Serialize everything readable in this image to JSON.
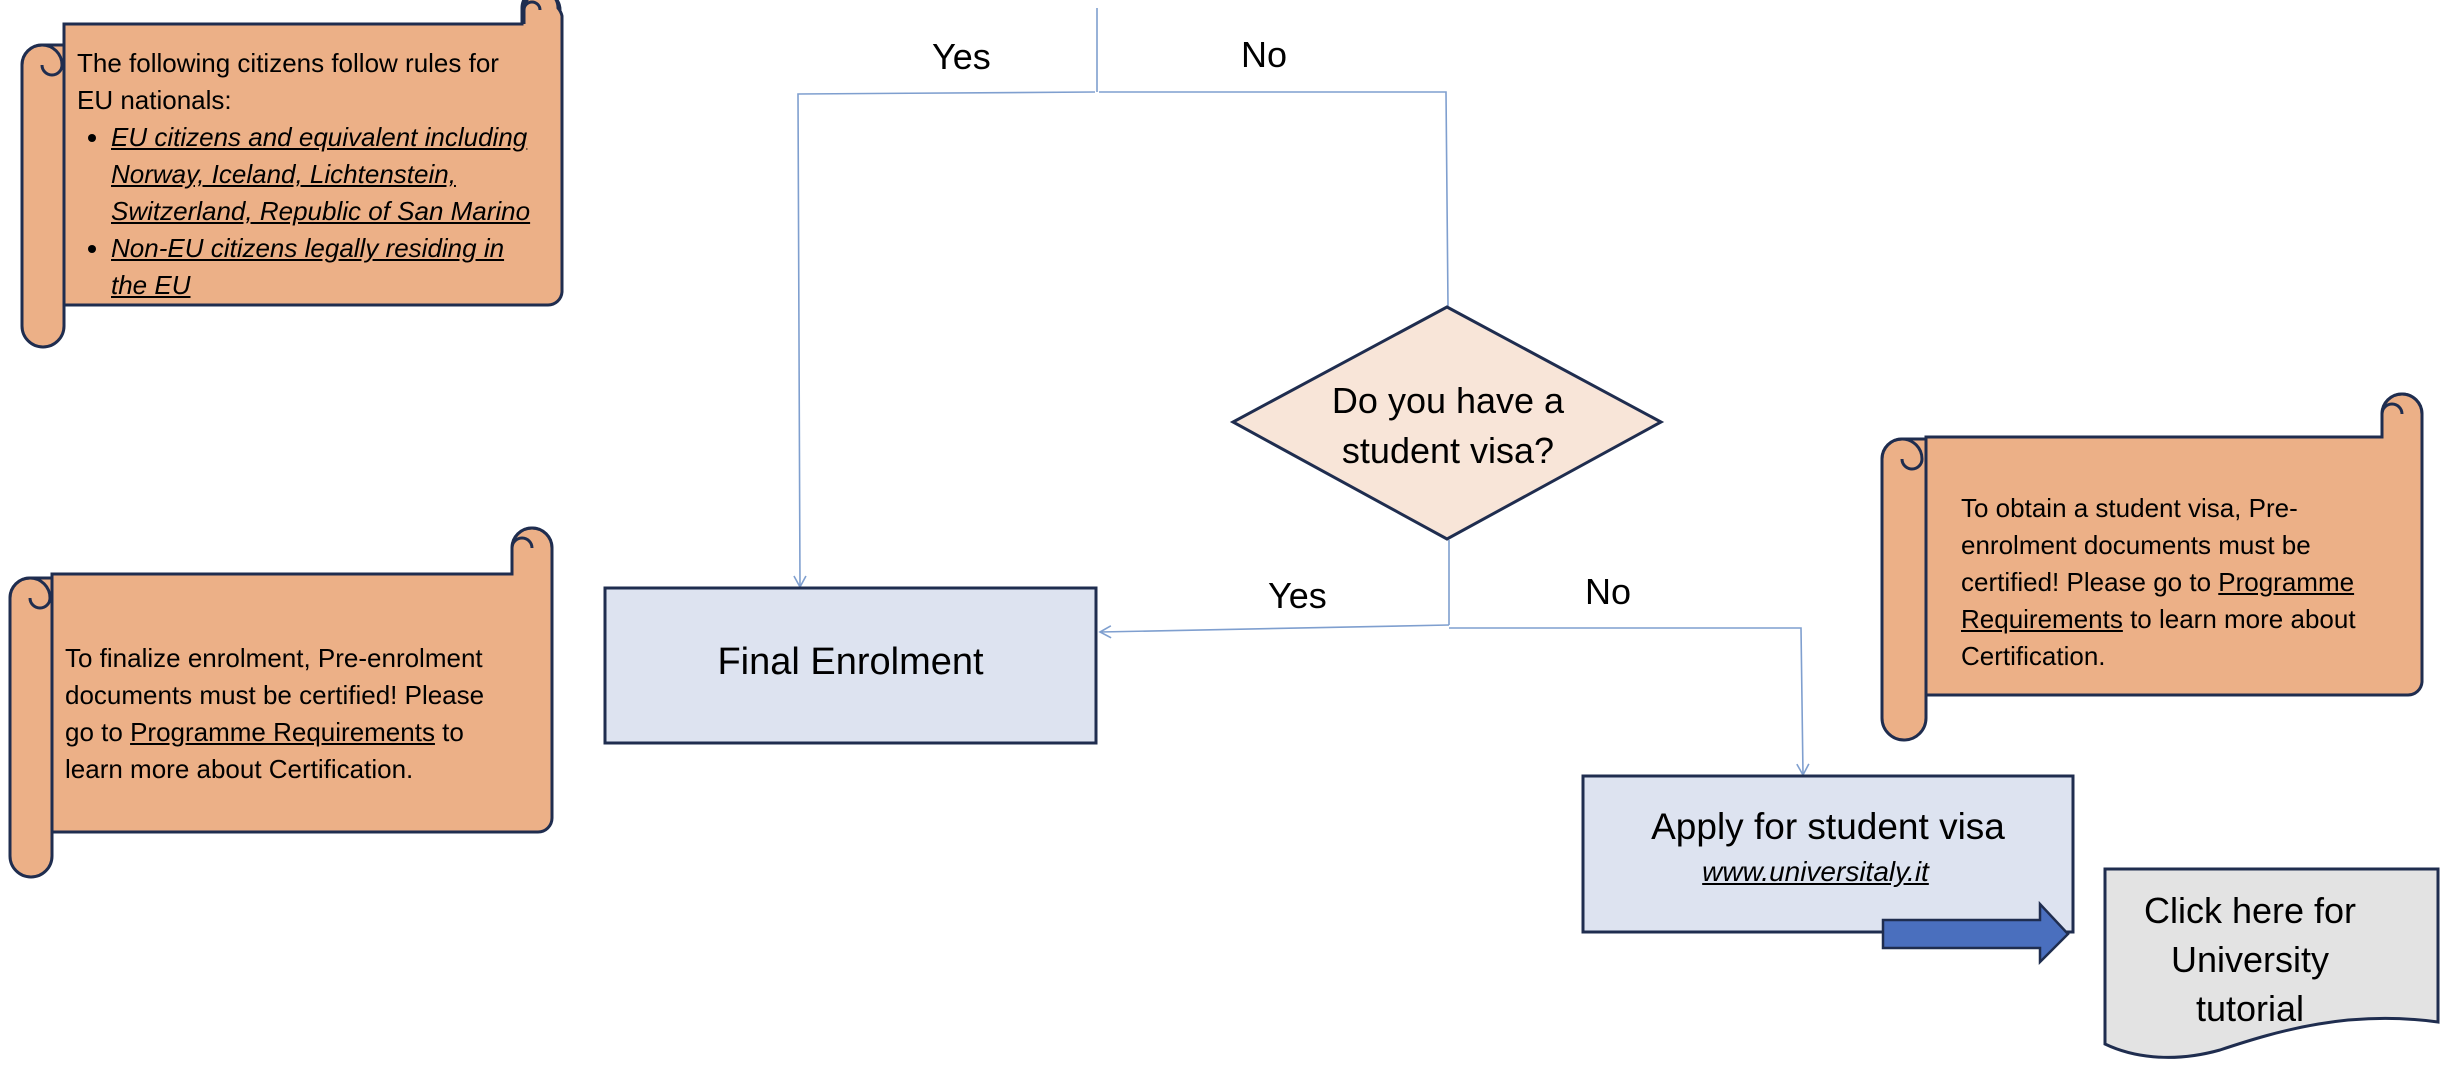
{
  "branch_labels": {
    "top_yes": "Yes",
    "top_no": "No",
    "visa_yes": "Yes",
    "visa_no": "No"
  },
  "decision": {
    "line1": "Do you have a",
    "line2": "student visa?"
  },
  "final_enrolment": {
    "label": "Final Enrolment"
  },
  "apply_visa": {
    "label": "Apply for student visa",
    "link": "www.universitaly.it"
  },
  "tutorial": {
    "line1": "Click here for",
    "line2": "University",
    "line3": "tutorial"
  },
  "scroll_eu": {
    "intro_line1": "The following citizens follow rules for",
    "intro_line2": "EU nationals:",
    "item1_line1": "EU citizens and equivalent including",
    "item1_line2": "Norway, Iceland, Lichtenstein,",
    "item1_line3": "Switzerland, Republic of San Marino",
    "item2_line1": "Non-EU citizens legally residing in",
    "item2_line2": "the EU"
  },
  "scroll_finalize": {
    "line1": "To finalize enrolment, Pre-enrolment",
    "line2": "documents must be certified! Please",
    "line3_pre": "go to ",
    "line3_link": "Programme Requirements",
    "line3_post": " to",
    "line4": "learn more about Certification."
  },
  "scroll_visa": {
    "line1": "To obtain a student visa, Pre-",
    "line2": "enrolment documents must be",
    "line3_pre": "certified! Please go to ",
    "line3_link": "Programme",
    "line4_link": "Requirements",
    "line4_post": " to learn more about",
    "line5": "Certification."
  },
  "colors": {
    "scroll_fill": "#ecb087",
    "outline": "#1f2d4f",
    "box_fill": "#dde3f0",
    "decision_fill": "#f8e5d8",
    "connector": "#7f9fcf",
    "arrow_fill": "#4a6fbe",
    "doc_fill": "#e3e3e3"
  }
}
